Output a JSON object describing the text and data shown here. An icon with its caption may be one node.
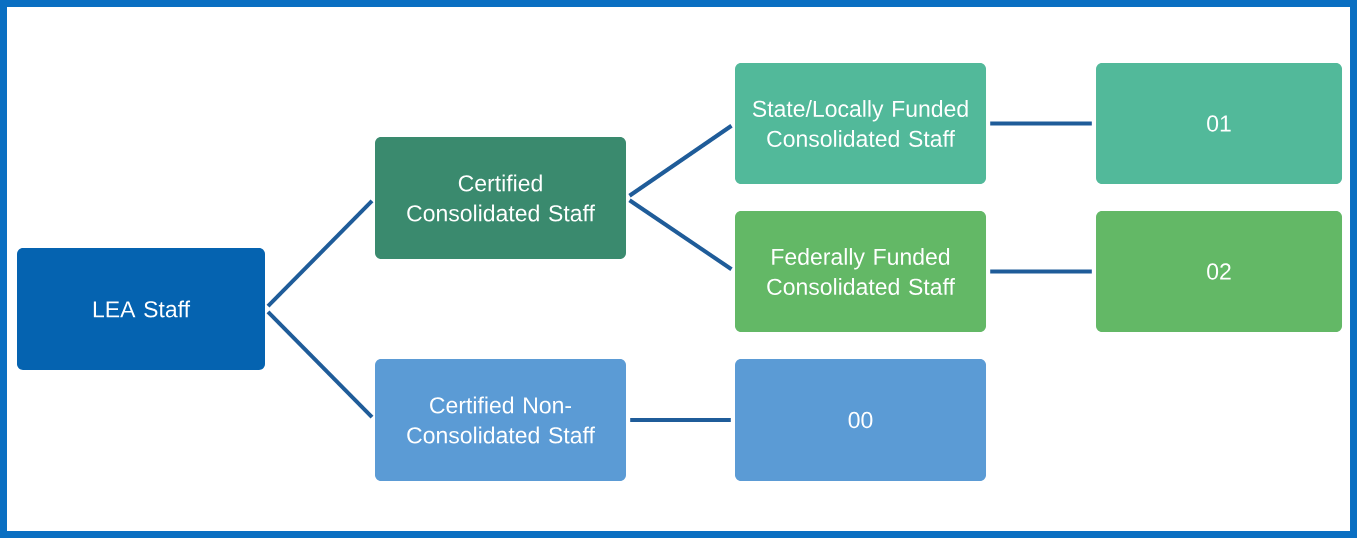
{
  "diagram": {
    "nodes": [
      {
        "text": [
          "LEA Staff"
        ]
      },
      {
        "text": [
          "Certified Consolidated Staff"
        ]
      },
      {
        "text": [
          "Certified Non-Consolidated Staff"
        ]
      },
      {
        "text": [
          "State/Locally Funded Consolidated Staff"
        ]
      },
      {
        "text": [
          "Federally Funded Consolidated Staff"
        ]
      },
      {
        "text": [
          "00"
        ]
      },
      {
        "text": [
          "01"
        ]
      },
      {
        "text": [
          "02"
        ]
      }
    ],
    "edges": [
      {
        "from": 0,
        "to": 1,
        "arrow": "none"
      },
      {
        "from": 0,
        "to": 2,
        "arrow": "none"
      },
      {
        "from": 1,
        "to": 3,
        "arrow": "none"
      },
      {
        "from": 1,
        "to": 4,
        "arrow": "none"
      },
      {
        "from": 2,
        "to": 5,
        "arrow": "none"
      },
      {
        "from": 3,
        "to": 6,
        "arrow": "none"
      },
      {
        "from": 4,
        "to": 7,
        "arrow": "none"
      }
    ]
  }
}
